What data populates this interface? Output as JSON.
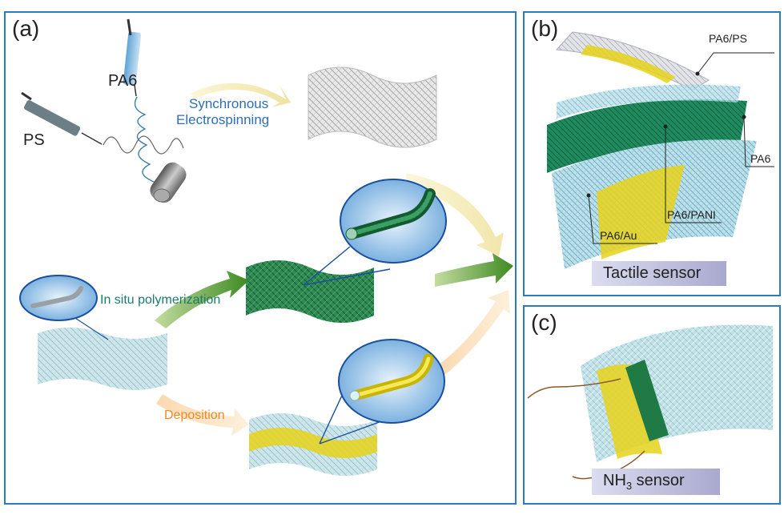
{
  "panel_a": {
    "label": "(a)",
    "ps": "PS",
    "pa6": "PA6",
    "synchronous": "Synchronous",
    "electrospinning": "Electrospinning",
    "in_situ": "In situ polymerization",
    "deposition": "Deposition"
  },
  "panel_b": {
    "label": "(b)",
    "pa6_ps": "PA6/PS",
    "pa6": "PA6",
    "pa6_pani": "PA6/PANI",
    "pa6_au": "PA6/Au",
    "sensor": "Tactile sensor"
  },
  "panel_c": {
    "label": "(c)",
    "sensor_prefix": "NH",
    "sensor_sub": "3",
    "sensor_suffix": " sensor"
  },
  "colors": {
    "frame": "#2b7bbf",
    "blue_text": "#2f6fb5",
    "green_text": "#1a7a6e",
    "orange_text": "#f08a24",
    "pani_green": "#1f7a45",
    "gold": "#e6d21a",
    "fiber_blue": "#a9d3dc"
  }
}
